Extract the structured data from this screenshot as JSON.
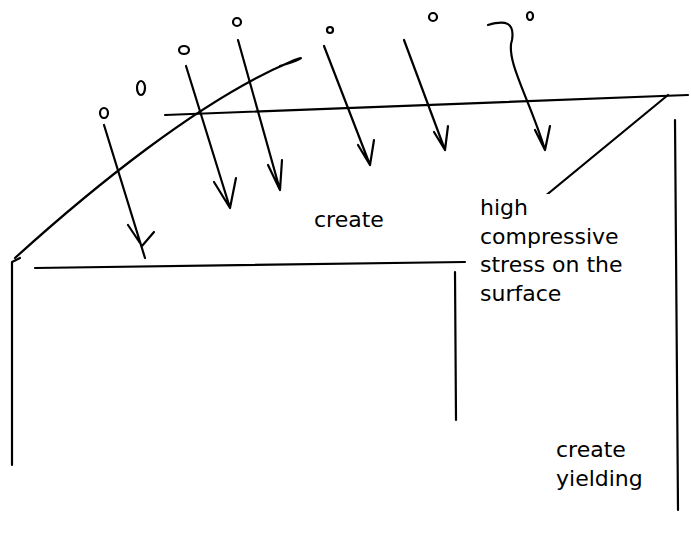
{
  "diagram": {
    "labels": [
      "create",
      "high compressive stress on the surface",
      "create yielding"
    ]
  }
}
